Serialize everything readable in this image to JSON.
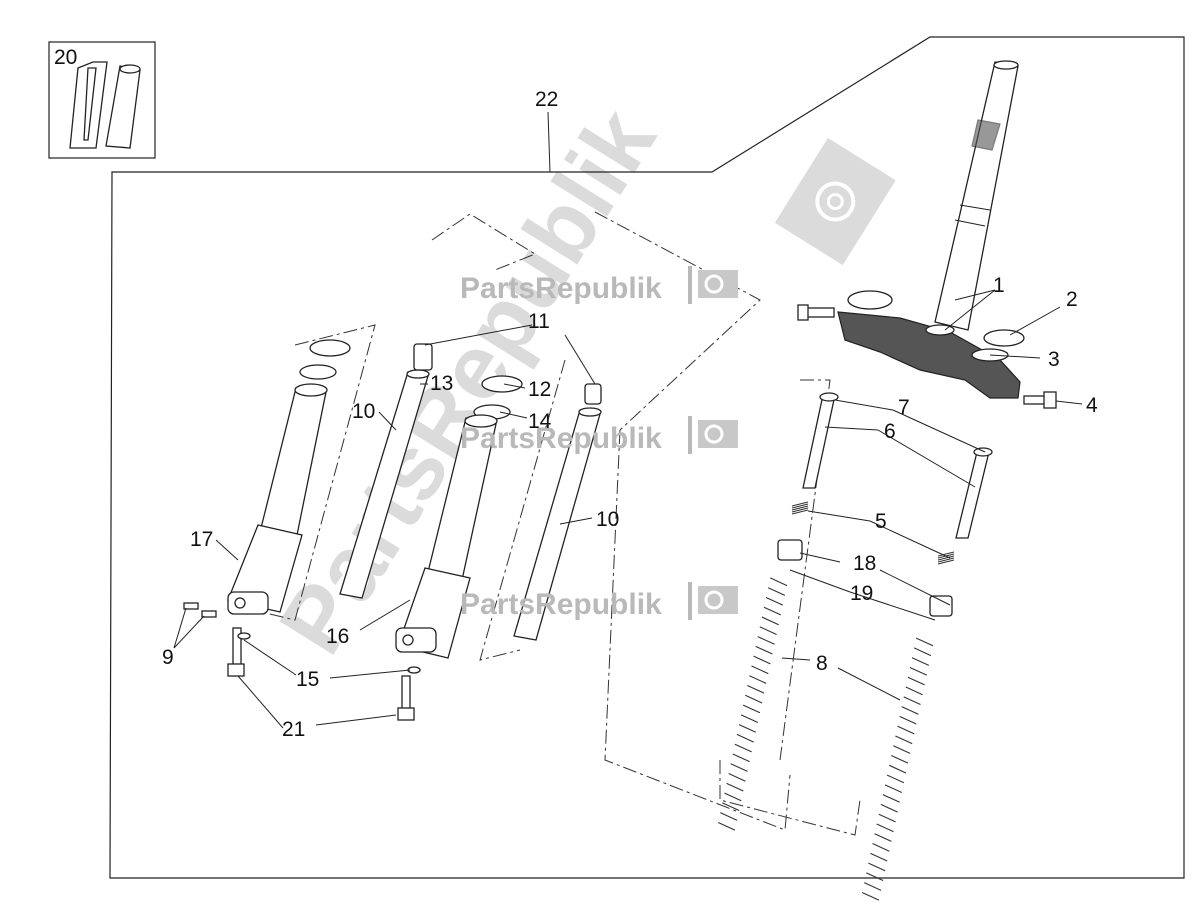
{
  "watermark": {
    "text": "PartsRepublik",
    "instances": [
      "PartsRepublik",
      "PartsRepublik",
      "PartsRepublik"
    ],
    "diagonal": "PartsRepublik"
  },
  "labels": {
    "p1": "1",
    "p2": "2",
    "p3": "3",
    "p4": "4",
    "p5": "5",
    "p6": "6",
    "p7": "7",
    "p8": "8",
    "p9": "9",
    "p10a": "10",
    "p10b": "10",
    "p11": "11",
    "p12": "12",
    "p13": "13",
    "p14": "14",
    "p15": "15",
    "p16": "16",
    "p17": "17",
    "p18": "18",
    "p19": "19",
    "p20": "20",
    "p21": "21",
    "p22": "22"
  },
  "icons": [
    "gear-icon",
    "flag-icon"
  ]
}
